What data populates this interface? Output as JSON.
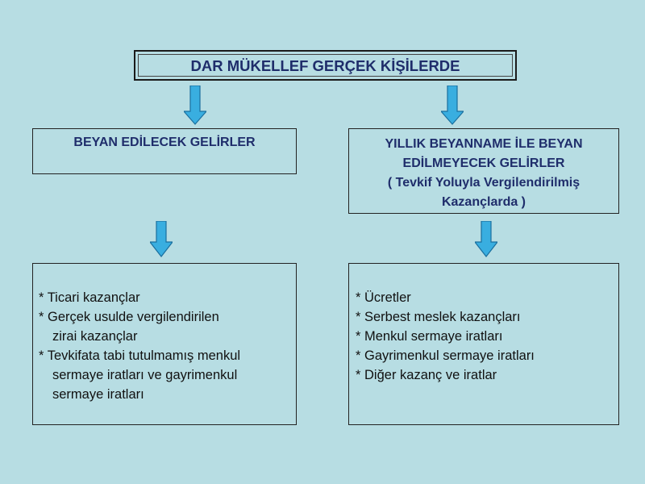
{
  "title": "DAR MÜKELLEF GERÇEK KİŞİLERDE",
  "left": {
    "heading": "BEYAN EDİLECEK GELİRLER",
    "items": [
      "* Ticari kazançlar",
      "* Gerçek usulde vergilendirilen",
      "zirai kazançlar",
      "* Tevkifata tabi tutulmamış menkul",
      "sermaye iratları ve gayrimenkul",
      "sermaye iratları"
    ]
  },
  "right": {
    "heading_lines": [
      "YILLIK BEYANNAME İLE BEYAN",
      "EDİLMEYECEK GELİRLER",
      "( Tevkif Yoluyla Vergilendirilmiş",
      "Kazançlarda )"
    ],
    "items": [
      "* Ücretler",
      "* Serbest meslek kazançları",
      "* Menkul sermaye iratları",
      "* Gayrimenkul sermaye iratları",
      "* Diğer kazanç ve iratlar"
    ]
  },
  "colors": {
    "background": "#b7dde3",
    "heading_text": "#1f2d6b",
    "arrow_fill": "#39aee0",
    "arrow_stroke": "#1a6f9e"
  },
  "icons": {
    "arrow": "down-arrow-icon"
  }
}
